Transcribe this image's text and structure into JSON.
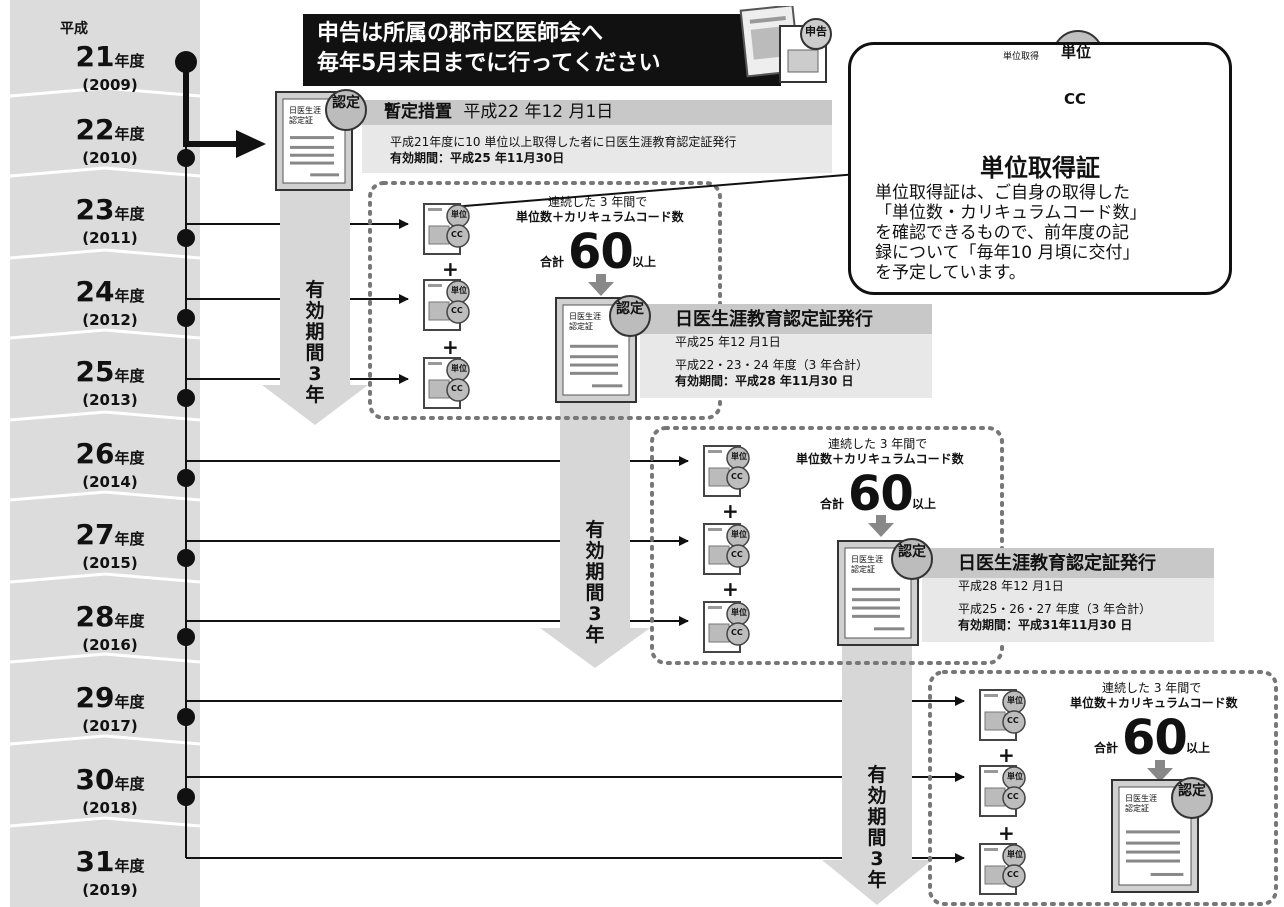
{
  "era_prefix": "平成",
  "year_suffix": "年度",
  "years": [
    {
      "num": "21",
      "western": "(2009)"
    },
    {
      "num": "22",
      "western": "(2010)"
    },
    {
      "num": "23",
      "western": "(2011)"
    },
    {
      "num": "24",
      "western": "(2012)"
    },
    {
      "num": "25",
      "western": "(2013)"
    },
    {
      "num": "26",
      "western": "(2014)"
    },
    {
      "num": "27",
      "western": "(2015)"
    },
    {
      "num": "28",
      "western": "(2016)"
    },
    {
      "num": "29",
      "western": "(2017)"
    },
    {
      "num": "30",
      "western": "(2018)"
    },
    {
      "num": "31",
      "western": "(2019)"
    }
  ],
  "banner": {
    "line1": "申告は所属の郡市区医師会へ",
    "line2": "毎年5月末日までに行ってください",
    "doc_label": "申告"
  },
  "interim": {
    "title": "暫定措置",
    "date": "平成22 年12 月1日",
    "desc": "平成21年度に10 単位以上取得した者に日医生涯教育認定証発行",
    "validity": "有効期間：平成25 年11月30日"
  },
  "cert_stamp": "認定",
  "cert_doc_label": "日医生涯\n認定証",
  "slip_badge_top": "単位",
  "slip_badge_bottom": "CC",
  "plus_sign": "+",
  "callout": {
    "doc_label": "単位取得",
    "title": "単位取得証",
    "body": "単位取得証は、ご自身の取得した\n「単位数・カリキュラムコード数」\nを確認できるもので、前年度の記\n録について「毎年10 月頃に交付」\nを予定しています。"
  },
  "criteria": {
    "line1": "連続した 3 年間で",
    "line2": "単位数＋カリキュラムコード数",
    "total_prefix": "合計",
    "total_value": "60",
    "total_suffix": "以上"
  },
  "validity_vertical": [
    "有",
    "効",
    "期",
    "間",
    "3",
    "年"
  ],
  "certificates": [
    {
      "title": "日医生涯教育認定証発行",
      "date": "平成25 年12 月1日",
      "years": "平成22・23・24 年度（3 年合計）",
      "validity": "有効期間：平成28 年11月30 日"
    },
    {
      "title": "日医生涯教育認定証発行",
      "date": "平成28 年12 月1日",
      "years": "平成25・26・27 年度（3 年合計）",
      "validity": "有効期間：平成31年11月30 日"
    }
  ]
}
